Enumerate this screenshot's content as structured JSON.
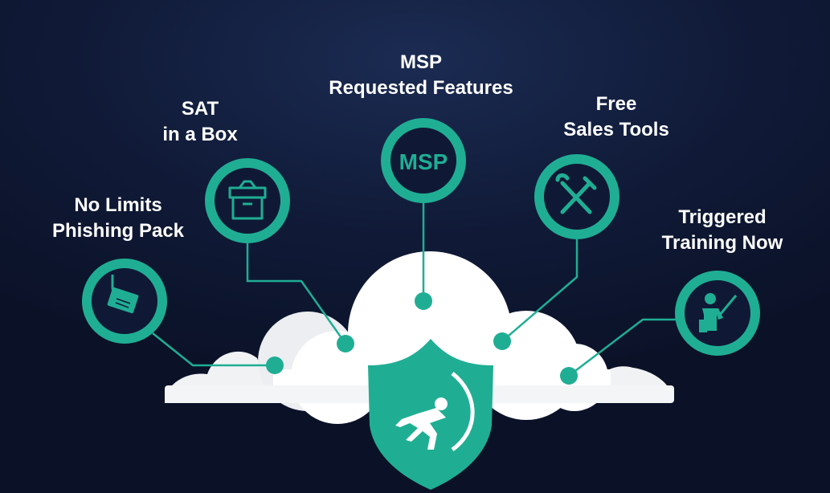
{
  "colors": {
    "teal": "#1fae94",
    "background": "#101a37",
    "cloud": "#ffffff",
    "text": "#ffffff"
  },
  "features": [
    {
      "id": "phishing",
      "line1": "No Limits",
      "line2": "Phishing Pack",
      "icon": "phishing-hook-icon"
    },
    {
      "id": "sat",
      "line1": "SAT",
      "line2": "in a Box",
      "icon": "box-icon"
    },
    {
      "id": "msp",
      "line1": "MSP",
      "line2": "Requested Features",
      "icon": "msp-icon",
      "icon_text": "MSP"
    },
    {
      "id": "sales",
      "line1": "Free",
      "line2": "Sales Tools",
      "icon": "tools-icon"
    },
    {
      "id": "training",
      "line1": "Triggered",
      "line2": "Training Now",
      "icon": "trainer-icon"
    }
  ],
  "center": {
    "icon": "shield-miner-icon",
    "cloud": "cloud-shape"
  }
}
